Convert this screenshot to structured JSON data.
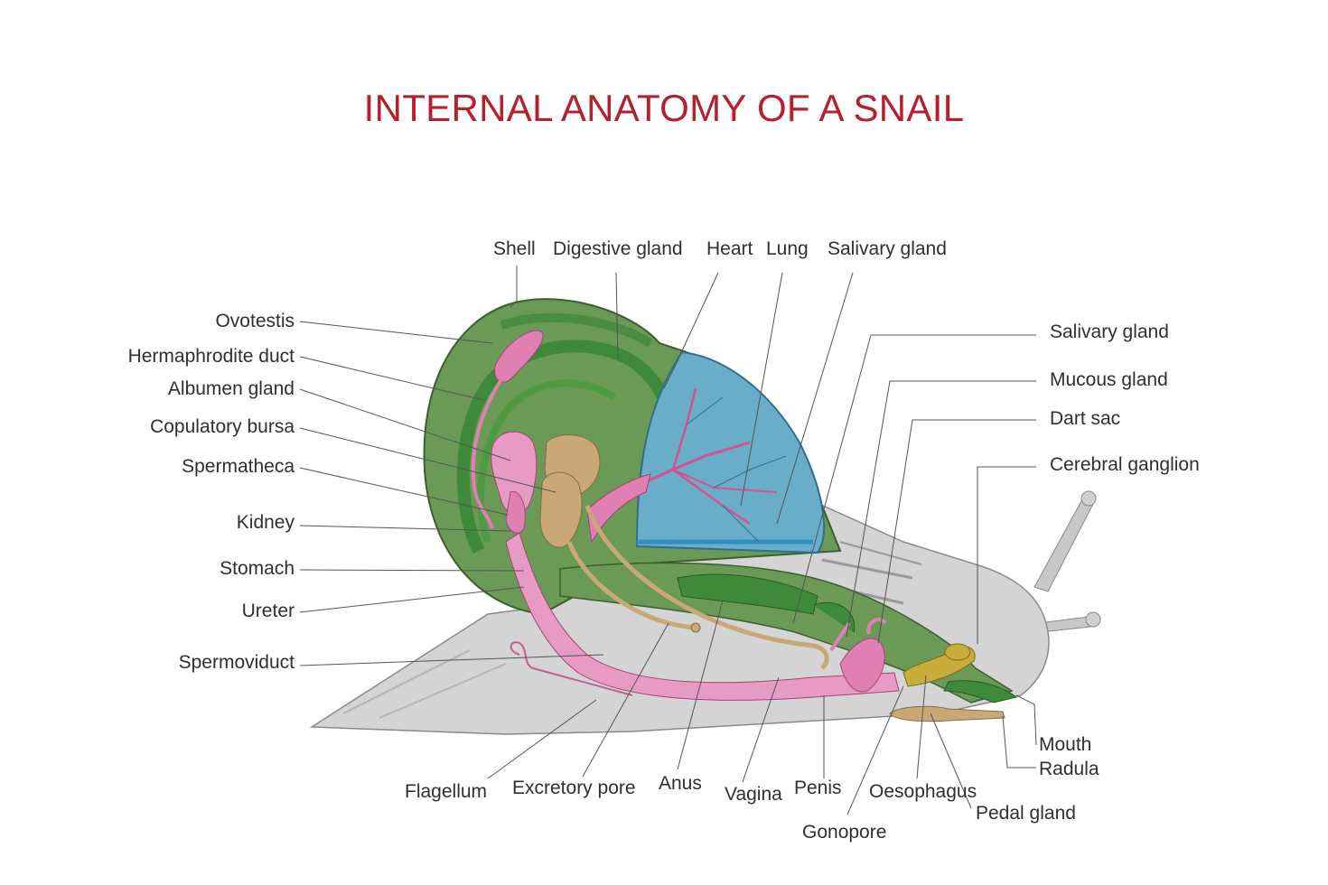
{
  "title": "INTERNAL ANATOMY OF A SNAIL",
  "labels": {
    "shell": "Shell",
    "digestive_gland": "Digestive gland",
    "heart": "Heart",
    "lung": "Lung",
    "salivary_gland_top": "Salivary gland",
    "salivary_gland_right": "Salivary gland",
    "mucous_gland": "Mucous gland",
    "dart_sac": "Dart sac",
    "cerebral_ganglion": "Cerebral ganglion",
    "mouth": "Mouth",
    "radula": "Radula",
    "pedal_gland": "Pedal gland",
    "oesophagus": "Oesophagus",
    "gonopore": "Gonopore",
    "penis": "Penis",
    "vagina": "Vagina",
    "anus": "Anus",
    "excretory_pore": "Excretory pore",
    "flagellum": "Flagellum",
    "ovotestis": "Ovotestis",
    "hermaphrodite_duct": "Hermaphrodite duct",
    "albumen_gland": "Albumen gland",
    "copulatory_bursa": "Copulatory bursa",
    "spermatheca": "Spermatheca",
    "kidney": "Kidney",
    "stomach": "Stomach",
    "ureter": "Ureter",
    "spermoviduct": "Spermoviduct"
  },
  "colors": {
    "title": "#b5202e",
    "shell_green": "#6a9a56",
    "dark_green": "#3e8a3a",
    "lung_blue": "#6aadc9",
    "pink": "#e07fb2",
    "tan": "#c9a878",
    "body_grey": "#d3d3d3"
  }
}
